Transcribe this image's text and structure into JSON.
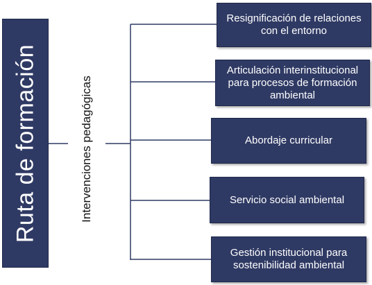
{
  "root": {
    "label": "Ruta de formación"
  },
  "intermediate": {
    "label": "Intervenciones pedagógicas"
  },
  "branches": [
    {
      "label": "Resignificación de relaciones\ncon el entorno"
    },
    {
      "label": "Articulación interinstitucional\npara procesos de formación\nambiental"
    },
    {
      "label": "Abordaje curricular"
    },
    {
      "label": "Servicio social ambiental"
    },
    {
      "label": "Gestión institucional para\nsostenibilidad ambiental"
    }
  ],
  "colors": {
    "box_fill": "#2f3a64",
    "box_text": "#ffffff",
    "line": "#2f3a64"
  }
}
